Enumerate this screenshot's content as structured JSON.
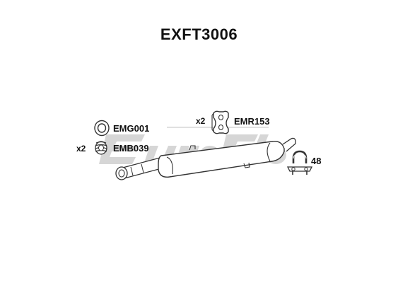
{
  "title": "EXFT3006",
  "parts": {
    "gasket": {
      "code": "EMG001"
    },
    "bolt": {
      "code": "EMB039",
      "quantity": "x2"
    },
    "rubber_mount": {
      "code": "EMR153",
      "quantity": "x2"
    },
    "clamp": {
      "code": "48"
    }
  },
  "colors": {
    "line": "#333333",
    "muffler_fill": "#ffffff",
    "watermark": "#b5b5b5",
    "watermark_accent": "#c7c7c7"
  }
}
